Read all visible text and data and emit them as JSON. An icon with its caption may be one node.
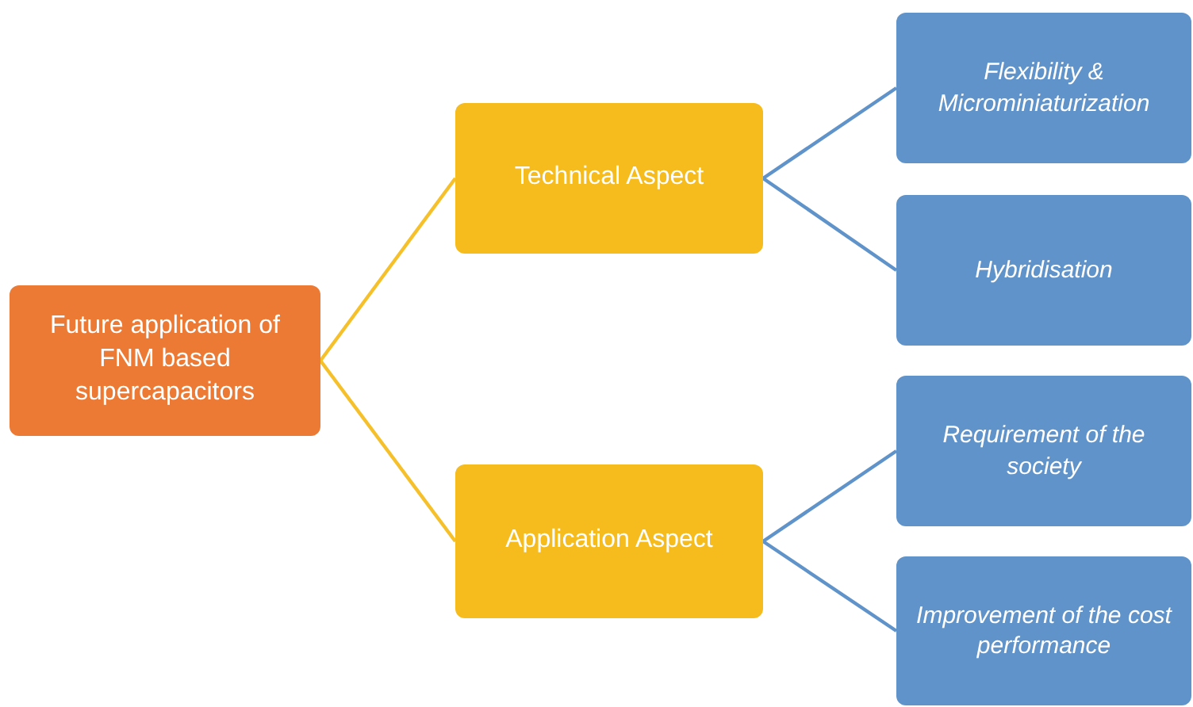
{
  "diagram": {
    "nodes": [
      {
        "text": [
          "Future application of FNM based supercapacitors"
        ]
      },
      {
        "text": [
          "Technical Aspect"
        ]
      },
      {
        "text": [
          "Application Aspect"
        ]
      },
      {
        "text": [
          "Flexibility & Microminiaturization"
        ]
      },
      {
        "text": [
          "Hybridisation"
        ]
      },
      {
        "text": [
          "Requirement of the society"
        ]
      },
      {
        "text": [
          "Improvement of the cost performance"
        ]
      }
    ],
    "edges": [
      {
        "from": 0,
        "to": 1,
        "arrow": "none",
        "color": "#f5c02a"
      },
      {
        "from": 0,
        "to": 2,
        "arrow": "none",
        "color": "#f5c02a"
      },
      {
        "from": 1,
        "to": 3,
        "arrow": "none"
      },
      {
        "from": 1,
        "to": 4,
        "arrow": "none"
      },
      {
        "from": 2,
        "to": 5,
        "arrow": "none"
      },
      {
        "from": 2,
        "to": 6,
        "arrow": "none"
      }
    ]
  }
}
